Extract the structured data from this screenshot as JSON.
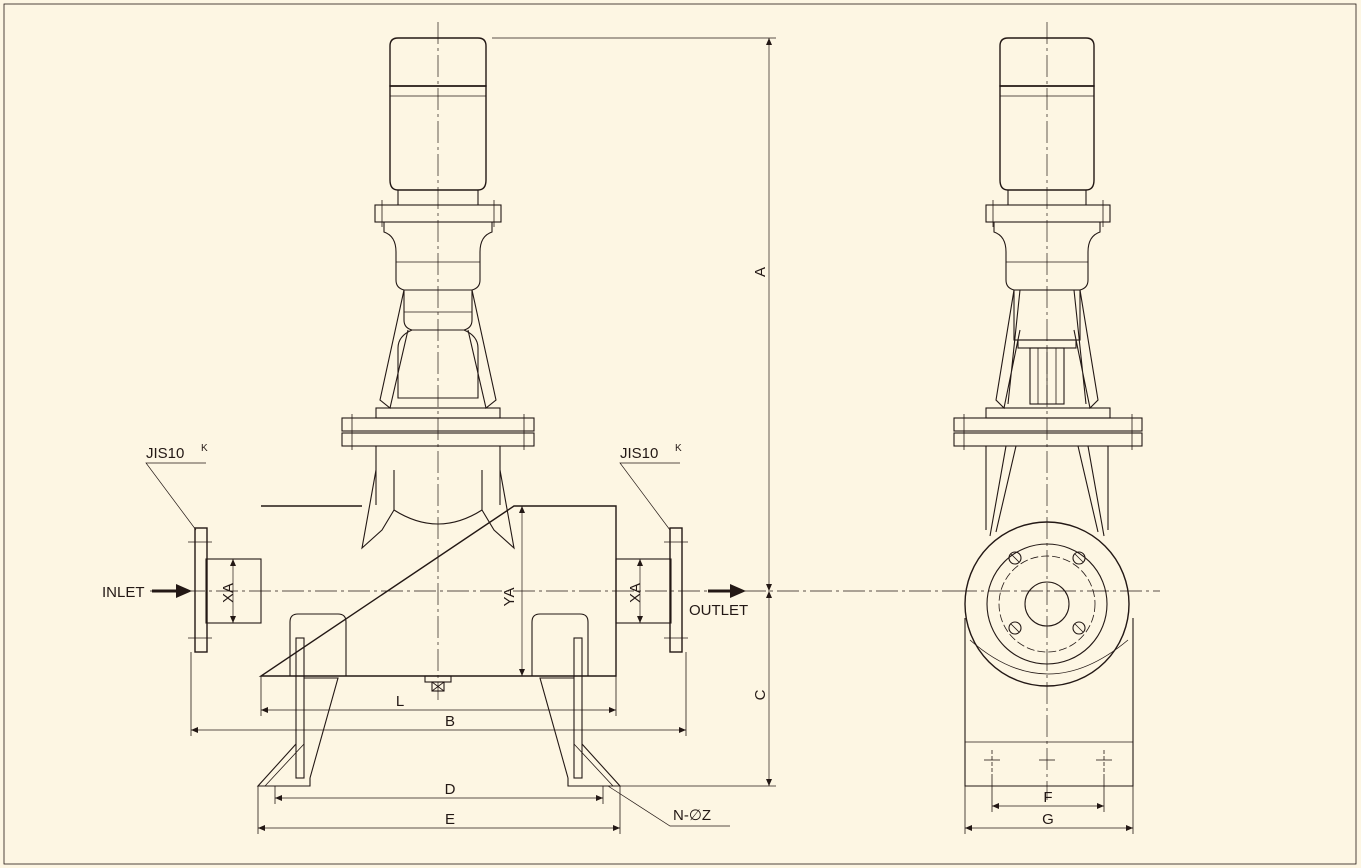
{
  "colors": {
    "background": "#fdf6e3",
    "ink": "#231815"
  },
  "labels": {
    "inlet": "INLET",
    "outlet": "OUTLET",
    "flange_standard": "JIS10",
    "flange_standard_superscript": "K",
    "holes": "N-∅Z"
  },
  "dimensions": {
    "A": "A",
    "B": "B",
    "C": "C",
    "D": "D",
    "E": "E",
    "F": "F",
    "G": "G",
    "L": "L",
    "XA": "XA",
    "YA": "YA"
  },
  "icons": {
    "inlet_arrow": "arrow-right-icon",
    "outlet_arrow": "arrow-right-icon",
    "drain_plug": "drain-plug-icon"
  }
}
